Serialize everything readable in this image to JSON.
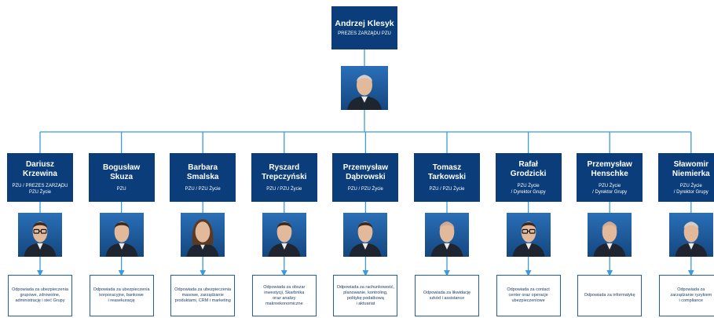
{
  "ceo": {
    "name": "Andrzej Klesyk",
    "role": "PREZES ZARZĄDU PZU",
    "photo": "portrait-gray-hair-icon"
  },
  "members": [
    {
      "name": "Dariusz\nKrzewina",
      "role": "PZU / PREZES ZARZĄDU\nPZU Życie",
      "responsibility": "Odpowiada za ubezpieczenia\ngrupowe, zdrowotne,\nadministrację i sieć Grupy",
      "photo": "portrait-glasses-icon"
    },
    {
      "name": "Bogusław\nSkuza",
      "role": "PZU",
      "responsibility": "Odpowiada za ubezpieczenia\nkorporacyjne, bankowe\ni reasekurację",
      "photo": "portrait-man-icon"
    },
    {
      "name": "Barbara\nSmalska",
      "role": "PZU / PZU Życie",
      "responsibility": "Odpowiada za ubezpieczenia\nmasowe, zarządzanie\nproduktami, CRM i marketing",
      "photo": "portrait-woman-icon"
    },
    {
      "name": "Ryszard\nTrepczyński",
      "role": "PZU / PZU Życie",
      "responsibility": "Odpowiada za obszar\ninwestycji, Skarbnika\noraz analizy\nmakroekonomiczne",
      "photo": "portrait-man-icon"
    },
    {
      "name": "Przemysław\nDąbrowski",
      "role": "PZU / PZU Życie",
      "responsibility": "Odpowiada za rachunkowość,\nplanowanie, kontroling,\npolitykę podatkową\ni aktuariat",
      "photo": "portrait-man-icon"
    },
    {
      "name": "Tomasz\nTarkowski",
      "role": "PZU / PZU Życie",
      "responsibility": "Odpowiada za likwidację\nszkód i assistance",
      "photo": "portrait-bald-icon"
    },
    {
      "name": "Rafał\nGrodzicki",
      "role": "PZU Życie\n/ Dyrektor Grupy",
      "responsibility": "Odpowiada za contact\ncenter oraz operacje\nubezpieczeniowe",
      "photo": "portrait-glasses-icon"
    },
    {
      "name": "Przemysław\nHenschke",
      "role": "PZU Życie\n/ Dyrektor Grupy",
      "responsibility": "Odpowiada za informatykę",
      "photo": "portrait-bald-icon"
    },
    {
      "name": "Sławomir\nNiemierka",
      "role": "PZU Życie\n/ Dyrektor Grupy",
      "responsibility": "Odpowiada za\nzarządzanie ryzykiem\ni compliance",
      "photo": "portrait-gray-hair-icon"
    }
  ],
  "colors": {
    "node": "#0b3d7a",
    "connector": "#3b9ad9",
    "responsibility_border": "#1f5fa8",
    "photo_background": "#1c5a9c"
  }
}
